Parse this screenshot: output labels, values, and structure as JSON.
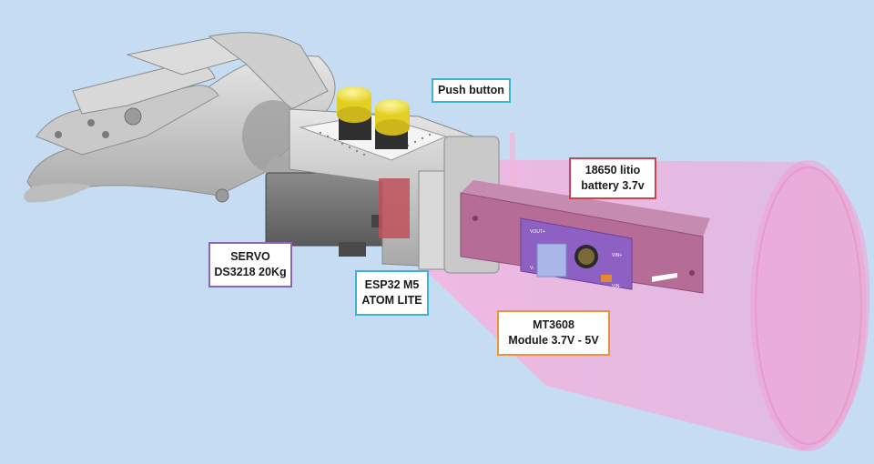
{
  "colors": {
    "background": "#c5dcf3",
    "push_button_border": "#3fb3cd",
    "battery_border": "#c84450",
    "servo_border": "#8a66b4",
    "esp_border": "#3fb3cd",
    "module_border": "#ee9240",
    "sleeve": "#f2a7d8",
    "battery_holder": "#b56d98",
    "pcb": "#8f60c4",
    "buttons": "#f3e23a"
  },
  "labels": {
    "push_button": "Push button",
    "battery": {
      "line1": "18650 litio",
      "line2": "battery 3.7v"
    },
    "servo": {
      "line1": "SERVO",
      "line2": "DS3218 20Kg"
    },
    "esp32": {
      "line1": "ESP32 M5",
      "line2": "ATOM LITE"
    },
    "module": {
      "line1": "MT3608",
      "line2": "Module 3.7V - 5V"
    }
  },
  "pcb_marks": {
    "vout_plus": "VOUT+",
    "vout_minus": "V-",
    "vin_plus": "VIN+",
    "vin_minus": "VIN-"
  }
}
